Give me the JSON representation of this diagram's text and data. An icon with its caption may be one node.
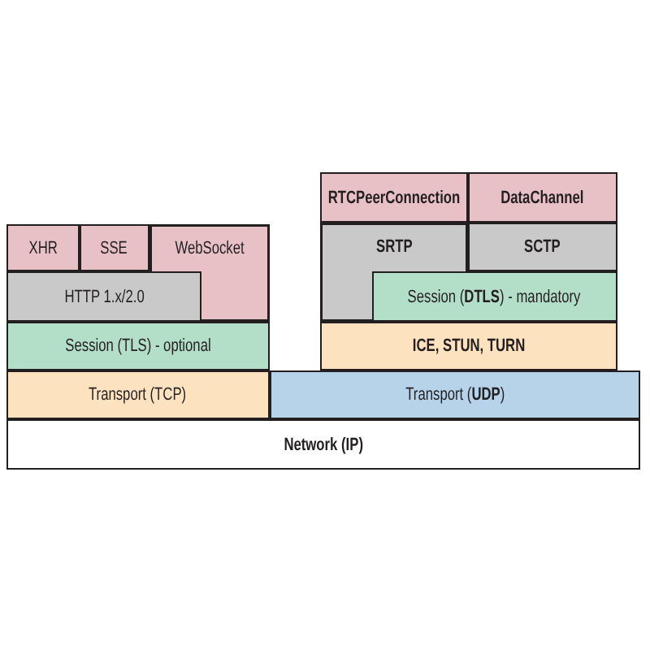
{
  "diagram": {
    "nodes": [
      {
        "text": [
          "RTCPeerConnection"
        ]
      },
      {
        "text": [
          "DataChannel"
        ]
      },
      {
        "text": [
          "XHR"
        ]
      },
      {
        "text": [
          "SSE"
        ]
      },
      {
        "text": [
          "WebSocket"
        ]
      },
      {
        "text": [
          "SRTP"
        ]
      },
      {
        "text": [
          "SCTP"
        ]
      },
      {
        "text": [
          "HTTP 1.x/2.0"
        ]
      },
      {
        "text": [
          "Session (**DTLS**) - mandatory"
        ]
      },
      {
        "text": [
          "Session (TLS) - optional"
        ]
      },
      {
        "text": [
          "ICE, STUN, TURN"
        ]
      },
      {
        "text": [
          "Transport (TCP)"
        ]
      },
      {
        "text": [
          "Transport (**UDP**)"
        ]
      },
      {
        "text": [
          "Network (IP)"
        ]
      }
    ]
  }
}
